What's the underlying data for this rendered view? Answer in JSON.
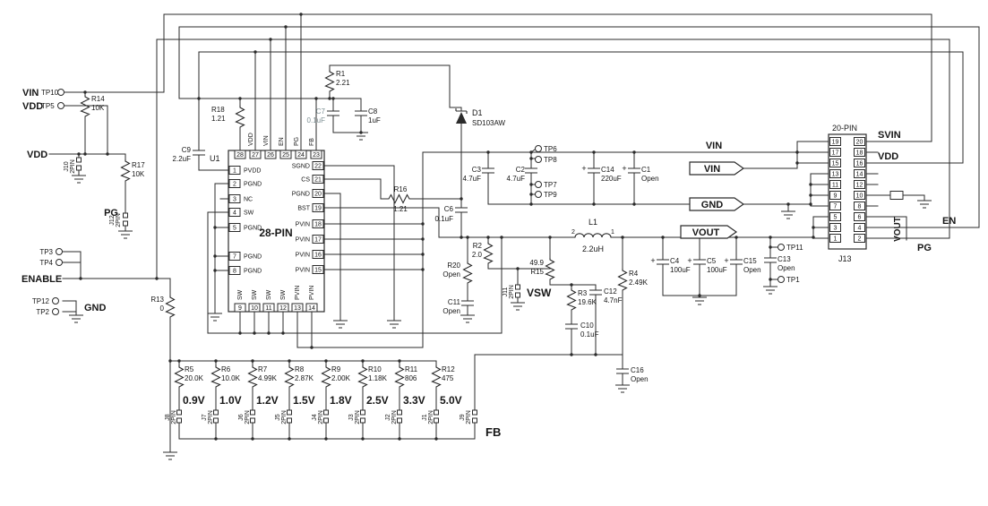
{
  "nets": {
    "vin_left": "VIN",
    "vdd_left_top": "VDD",
    "vdd_left": "VDD",
    "pg_left": "PG",
    "enable": "ENABLE",
    "gnd_left": "GND",
    "vsw": "VSW",
    "fb": "FB",
    "vin_plain": "VIN",
    "vin_flag": "VIN",
    "gnd_flag": "GND",
    "vout_flag": "VOUT",
    "svin": "SVIN",
    "vdd_right": "VDD",
    "vout_right": "VOUT",
    "en_right": "EN",
    "pg_right": "PG"
  },
  "testpoints": {
    "tp1": "TP1",
    "tp2": "TP2",
    "tp3": "TP3",
    "tp4": "TP4",
    "tp5": "TP5",
    "tp6": "TP6",
    "tp7": "TP7",
    "tp8": "TP8",
    "tp9": "TP9",
    "tp10": "TP10",
    "tp11": "TP11",
    "tp12": "TP12"
  },
  "u1": {
    "ref": "U1",
    "title": "28-PIN",
    "top": [
      {
        "n": "28",
        "name": ""
      },
      {
        "n": "27",
        "name": "VDD"
      },
      {
        "n": "26",
        "name": "VIN"
      },
      {
        "n": "25",
        "name": "EN"
      },
      {
        "n": "24",
        "name": "PG"
      },
      {
        "n": "23",
        "name": "FB"
      }
    ],
    "left": [
      {
        "n": "1",
        "name": "PVDD"
      },
      {
        "n": "2",
        "name": "PGND"
      },
      {
        "n": "3",
        "name": "NC"
      },
      {
        "n": "4",
        "name": "SW"
      },
      {
        "n": "5",
        "name": "PGND"
      },
      {
        "n": "7",
        "name": "PGND"
      },
      {
        "n": "8",
        "name": "PGND"
      }
    ],
    "right": [
      {
        "n": "22",
        "name": "SGND"
      },
      {
        "n": "21",
        "name": "CS"
      },
      {
        "n": "20",
        "name": "PGND"
      },
      {
        "n": "19",
        "name": "BST"
      },
      {
        "n": "18",
        "name": "PVIN"
      },
      {
        "n": "17",
        "name": "PVIN"
      },
      {
        "n": "16",
        "name": "PVIN"
      },
      {
        "n": "15",
        "name": "PVIN"
      }
    ],
    "bottom": [
      {
        "n": "9",
        "name": "SW"
      },
      {
        "n": "10",
        "name": "SW"
      },
      {
        "n": "11",
        "name": "SW"
      },
      {
        "n": "12",
        "name": "SW"
      },
      {
        "n": "13",
        "name": "PVIN"
      },
      {
        "n": "14",
        "name": "PVIN"
      }
    ]
  },
  "j13": {
    "ref": "J13",
    "title": "20-PIN",
    "left": [
      "19",
      "17",
      "15",
      "13",
      "11",
      "9",
      "7",
      "5",
      "3",
      "1"
    ],
    "right": [
      "20",
      "18",
      "16",
      "14",
      "12",
      "10",
      "8",
      "6",
      "4",
      "2"
    ]
  },
  "parts": {
    "r1": {
      "r": "R1",
      "v": "2.21"
    },
    "r2": {
      "r": "R2",
      "v": "2.0"
    },
    "r3": {
      "r": "R3",
      "v": "19.6K"
    },
    "r4": {
      "r": "R4",
      "v": "2.49K"
    },
    "r13": {
      "r": "R13",
      "v": "0"
    },
    "r14": {
      "r": "R14",
      "v": "10K"
    },
    "r15": {
      "r": "R15",
      "v": "49.9"
    },
    "r16": {
      "r": "R16",
      "v": "1.21"
    },
    "r17": {
      "r": "R17",
      "v": "10K"
    },
    "r18": {
      "r": "R18",
      "v": "1.21"
    },
    "r20": {
      "r": "R20",
      "v": "Open"
    },
    "c1": {
      "r": "C1",
      "v": "Open"
    },
    "c2": {
      "r": "C2",
      "v": "4.7uF"
    },
    "c3": {
      "r": "C3",
      "v": "4.7uF"
    },
    "c4": {
      "r": "C4",
      "v": "100uF"
    },
    "c5": {
      "r": "C5",
      "v": "100uF"
    },
    "c6": {
      "r": "C6",
      "v": "0.1uF"
    },
    "c7": {
      "r": "C7",
      "v": "0.1uF"
    },
    "c8": {
      "r": "C8",
      "v": "1uF"
    },
    "c9": {
      "r": "C9",
      "v": "2.2uF"
    },
    "c10": {
      "r": "C10",
      "v": "0.1uF"
    },
    "c11": {
      "r": "C11",
      "v": "Open"
    },
    "c12": {
      "r": "C12",
      "v": "4.7nF"
    },
    "c13": {
      "r": "C13",
      "v": "Open"
    },
    "c14": {
      "r": "C14",
      "v": "220uF"
    },
    "c15": {
      "r": "C15",
      "v": "Open"
    },
    "c16": {
      "r": "C16",
      "v": "Open"
    },
    "l1": {
      "r": "L1",
      "v": "2.2uH",
      "p1": "1",
      "p2": "2"
    },
    "d1": {
      "r": "D1",
      "v": "SD103AW"
    }
  },
  "jumpers": {
    "j9": {
      "r": "J9",
      "v": "2PIN"
    },
    "j10": {
      "r": "J10",
      "v": "2PIN"
    },
    "j11": {
      "r": "J11",
      "v": "2PIN"
    },
    "j12": {
      "r": "J12",
      "v": "2PIN"
    }
  },
  "fb_options": [
    {
      "r": "R5",
      "v": "20.0K",
      "volt": "0.9V",
      "j": "J8",
      "jv": "2PIN"
    },
    {
      "r": "R6",
      "v": "10.0K",
      "volt": "1.0V",
      "j": "J7",
      "jv": "2PIN"
    },
    {
      "r": "R7",
      "v": "4.99K",
      "volt": "1.2V",
      "j": "J6",
      "jv": "2PIN"
    },
    {
      "r": "R8",
      "v": "2.87K",
      "volt": "1.5V",
      "j": "J5",
      "jv": "2PIN"
    },
    {
      "r": "R9",
      "v": "2.00K",
      "volt": "1.8V",
      "j": "J4",
      "jv": "2PIN"
    },
    {
      "r": "R10",
      "v": "1.18K",
      "volt": "2.5V",
      "j": "J3",
      "jv": "2PIN"
    },
    {
      "r": "R11",
      "v": "806",
      "volt": "3.3V",
      "j": "J2",
      "jv": "2PIN"
    },
    {
      "r": "R12",
      "v": "475",
      "volt": "5.0V",
      "j": "J1",
      "jv": "2PIN"
    }
  ],
  "misc": {
    "plus": "+"
  }
}
